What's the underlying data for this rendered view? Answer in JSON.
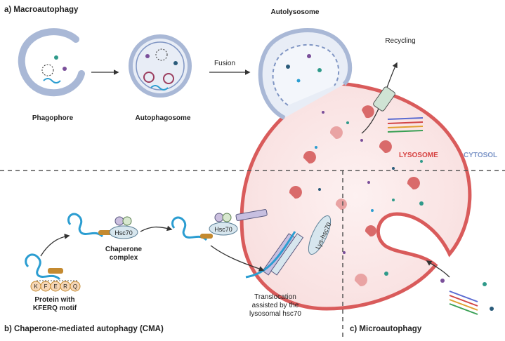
{
  "sections": {
    "macro": "a) Macroautophagy",
    "cma": "b) Chaperone-mediated autophagy (CMA)",
    "micro": "c) Microautophagy"
  },
  "macro": {
    "phagophore": "Phagophore",
    "autophagosome": "Autophagosome",
    "fusion": "Fusion",
    "autolysosome": "Autolysosome",
    "recycling": "Recycling"
  },
  "regions": {
    "lysosome": "LYSOSOME",
    "cytosol": "CYTOSOL"
  },
  "cma": {
    "hsc70": "Hsc70",
    "chaperone_line1": "Chaperone",
    "chaperone_line2": "complex",
    "kferq": [
      "K",
      "F",
      "E",
      "R",
      "Q"
    ],
    "protein_line1": "Protein with",
    "protein_line2": "KFERQ motif",
    "lys_hsc70": "Lys-hsc70",
    "transloc_line1": "Translocation",
    "transloc_line2": "assisted by the",
    "transloc_line3": "lysosomal hsc70"
  },
  "colors": {
    "lysosome_fill": "#fbeaea",
    "lysosome_border": "#d95b5b",
    "phagophore_fill": "#c9d3e6",
    "enzyme": "#d96a6a",
    "protein": "#2b9dd1",
    "hsc70_fill": "#d7e6ee",
    "kferq_fill": "#f6d6b5",
    "cytosol_text": "#7d96c8"
  }
}
